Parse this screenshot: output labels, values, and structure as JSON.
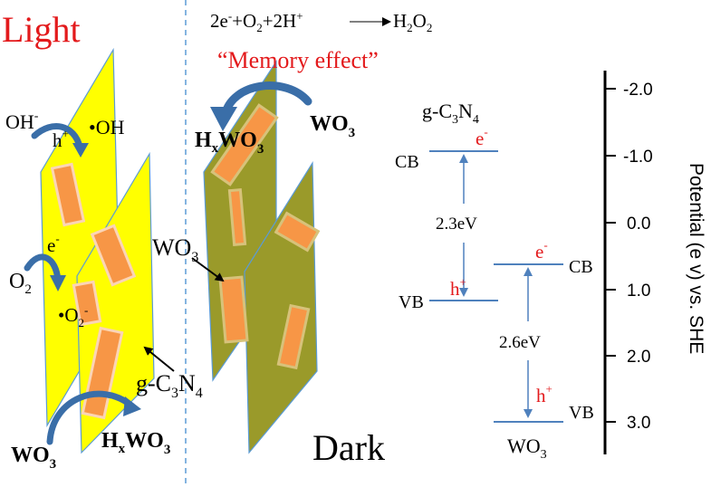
{
  "colors": {
    "light_sheet": "#ffff00",
    "dark_sheet": "#9a9a2a",
    "sheet_edge": "#5b9bd5",
    "rod": "#f79646",
    "arrow_blue": "#3a6ea8",
    "line_blue": "#4f81bd",
    "red_text": "#e31a1c"
  },
  "headers": {
    "light": "Light",
    "dark": "Dark",
    "memory_effect": "“Memory effect”"
  },
  "reaction": {
    "lhs_a": "2e",
    "lhs_a_sup": "-",
    "lhs_b": "+O",
    "lhs_b_sub": "2",
    "lhs_c": "+2H",
    "lhs_c_sup": "+",
    "rhs": "H",
    "rhs_sub1": "2",
    "rhs_o": "O",
    "rhs_sub2": "2"
  },
  "light_labels": {
    "oh_minus": "OH",
    "oh_minus_sup": "-",
    "h_plus": "h",
    "h_plus_sup": "+",
    "oh_radical": "•OH",
    "e_minus": "e",
    "e_minus_sup": "-",
    "o2": "O",
    "o2_sub": "2",
    "o2_radical": "•O",
    "o2_radical_sub": "2",
    "o2_radical_sup": "-",
    "gc3n4_a": "g-C",
    "gc3n4_sub1": "3",
    "gc3n4_b": "N",
    "gc3n4_sub2": "4",
    "wo3_a": "WO",
    "wo3_sub": "3",
    "hxwo3_a": "H",
    "hxwo3_x": "x",
    "hxwo3_b": "WO",
    "hxwo3_sub": "3"
  },
  "dark_labels": {
    "hxwo3_a": "H",
    "hxwo3_x": "x",
    "hxwo3_b": "WO",
    "hxwo3_sub": "3",
    "wo3_top_a": "WO",
    "wo3_top_sub": "3",
    "wo3_mid_a": "WO",
    "wo3_mid_sub": "3"
  },
  "band_diagram": {
    "gc3n4_title_a": "g-C",
    "gc3n4_title_sub1": "3",
    "gc3n4_title_b": "N",
    "gc3n4_title_sub2": "4",
    "cb_left": "CB",
    "vb_left": "VB",
    "e_left": "e",
    "e_left_sup": "-",
    "h_left": "h",
    "h_left_sup": "+",
    "gap_left": "2.3eV",
    "cb_right": "CB",
    "vb_right": "VB",
    "e_right": "e",
    "e_right_sup": "-",
    "h_right": "h",
    "h_right_sup": "+",
    "gap_right": "2.6eV",
    "wo3_title_a": "WO",
    "wo3_title_sub": "3"
  },
  "axis": {
    "label": "Potential (e v)  vs. SHE",
    "ticks": [
      "-2.0",
      "-1.0",
      "0.0",
      "1.0",
      "2.0",
      "3.0"
    ]
  }
}
